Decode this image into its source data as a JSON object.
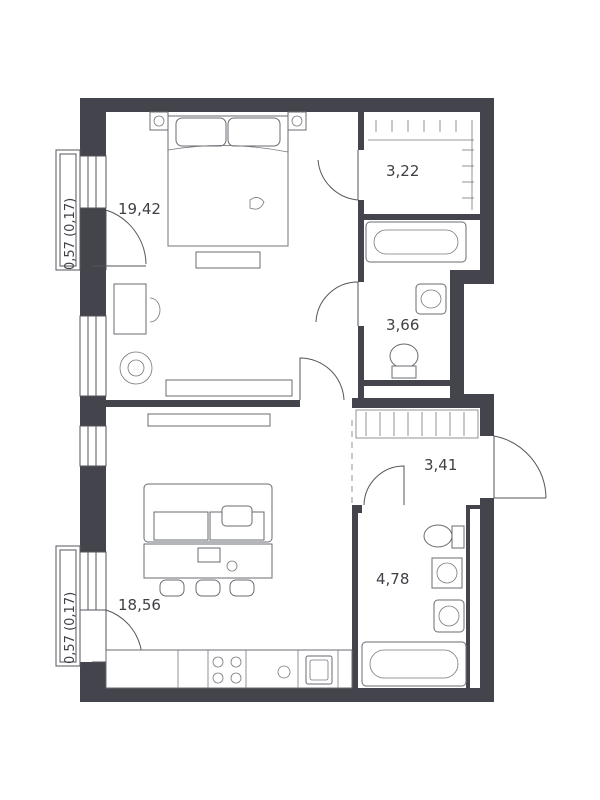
{
  "rooms": {
    "bedroom": "19,42",
    "wardrobe": "3,22",
    "bathroom_top": "3,66",
    "hallway": "3,41",
    "bathroom_bottom": "4,78",
    "living_kitchen": "18,56"
  },
  "balconies": {
    "top": "0,57 (0,17)",
    "bottom": "0,57 (0,17)"
  },
  "colors": {
    "wall": "#44454c",
    "line": "#55565d",
    "text": "#3f3f45"
  }
}
